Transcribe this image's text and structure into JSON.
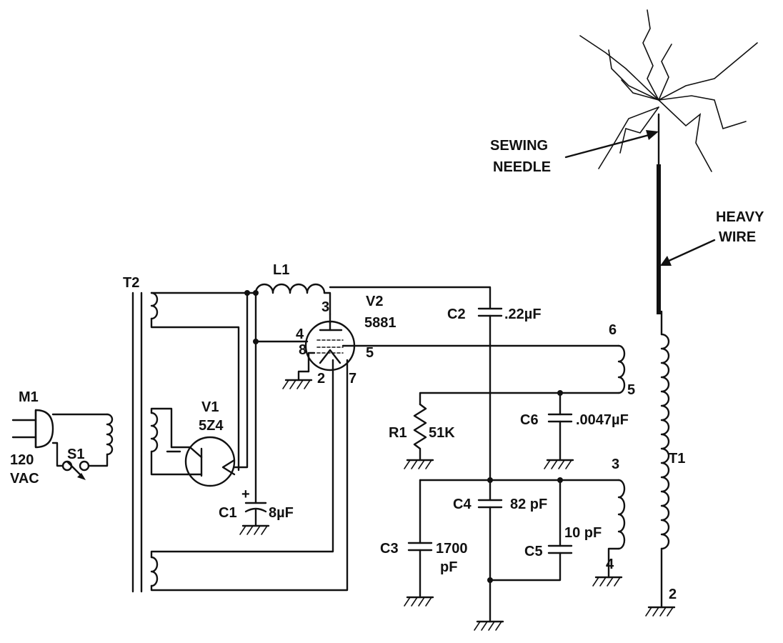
{
  "labels": {
    "m1": "M1",
    "v120": "120",
    "vac": "VAC",
    "s1": "S1",
    "t2": "T2",
    "v1": "V1",
    "v1_type": "5Z4",
    "c1": "C1",
    "c1_value": "8µF",
    "c1_plus": "+",
    "l1": "L1",
    "v2": "V2",
    "v2_type": "5881",
    "pin3": "3",
    "pin4": "4",
    "pin8": "8",
    "pin2": "2",
    "pin7": "7",
    "pin5": "5",
    "c2": "C2",
    "c2_value": ".22µF",
    "t1_pin6": "6",
    "t1_pin5": "5",
    "r1": "R1",
    "r1_value": "51K",
    "c6": "C6",
    "c6_value": ".0047µF",
    "t1_pin3": "3",
    "c4": "C4",
    "c4_value": "82 pF",
    "c5": "C5",
    "c5_value": "10 pF",
    "t1_pin4": "4",
    "c3": "C3",
    "c3_value": "1700",
    "c3_unit": "pF",
    "t1": "T1",
    "t1_pin2": "2",
    "sewing": "SEWING",
    "needle": "NEEDLE",
    "heavy": "HEAVY",
    "wire": "WIRE"
  }
}
